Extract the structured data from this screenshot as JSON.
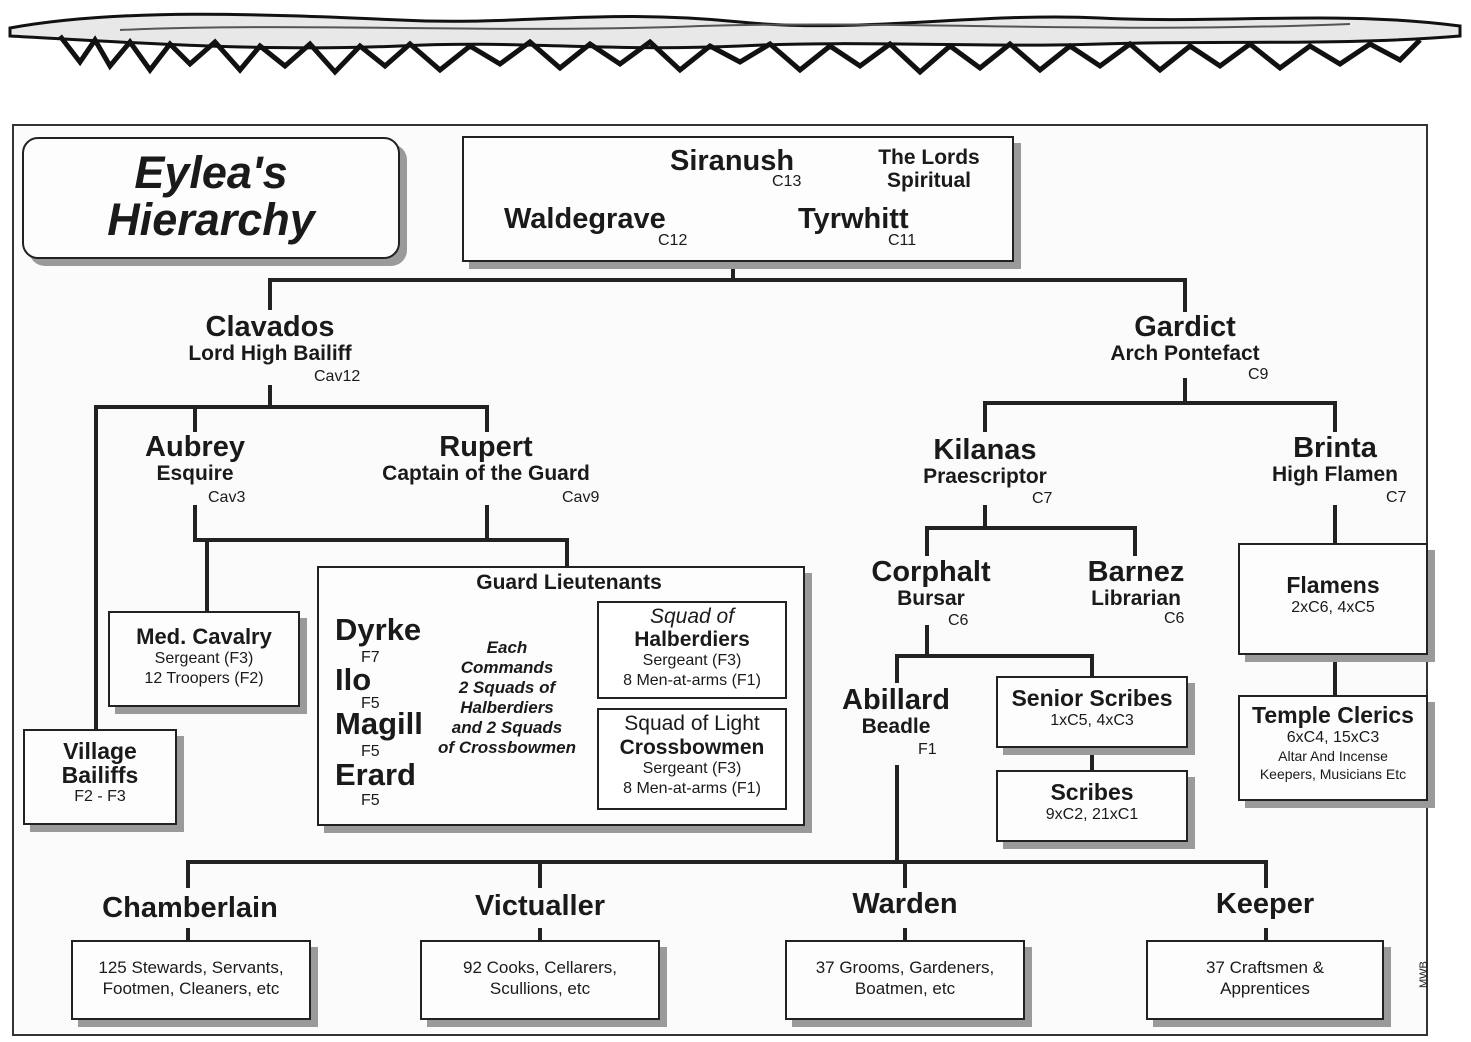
{
  "header": {
    "title_line1": "Eylea's",
    "title_line2": "Hierarchy"
  },
  "lords": {
    "caption_line1": "The Lords",
    "caption_line2": "Spiritual",
    "members": [
      {
        "name": "Siranush",
        "rank": "C13"
      },
      {
        "name": "Waldegrave",
        "rank": "C12"
      },
      {
        "name": "Tyrwhitt",
        "rank": "C11"
      }
    ]
  },
  "clavados": {
    "name": "Clavados",
    "title": "Lord High Bailiff",
    "rank": "Cav12"
  },
  "gardict": {
    "name": "Gardict",
    "title": "Arch Pontefact",
    "rank": "C9"
  },
  "aubrey": {
    "name": "Aubrey",
    "title": "Esquire",
    "rank": "Cav3"
  },
  "rupert": {
    "name": "Rupert",
    "title": "Captain of the Guard",
    "rank": "Cav9"
  },
  "kilanas": {
    "name": "Kilanas",
    "title": "Praescriptor",
    "rank": "C7"
  },
  "brinta": {
    "name": "Brinta",
    "title": "High Flamen",
    "rank": "C7"
  },
  "corphalt": {
    "name": "Corphalt",
    "title": "Bursar",
    "rank": "C6"
  },
  "barnez": {
    "name": "Barnez",
    "title": "Librarian",
    "rank": "C6"
  },
  "abillard": {
    "name": "Abillard",
    "title": "Beadle",
    "rank": "F1"
  },
  "med_cavalry": {
    "title": "Med. Cavalry",
    "line1": "Sergeant (F3)",
    "line2": "12 Troopers (F2)"
  },
  "village_bailiffs": {
    "line1": "Village",
    "line2": "Bailiffs",
    "line3": "F2 - F3"
  },
  "guard": {
    "heading": "Guard Lieutenants",
    "lieutenants": [
      {
        "name": "Dyrke",
        "rank": "F7"
      },
      {
        "name": "Ilo",
        "rank": "F5"
      },
      {
        "name": "Magill",
        "rank": "F5"
      },
      {
        "name": "Erard",
        "rank": "F5"
      }
    ],
    "note": [
      "Each",
      "Commands",
      "2 Squads of",
      "Halberdiers",
      "and 2 Squads",
      "of Crossbowmen"
    ],
    "halberdiers": {
      "title1": "Squad of",
      "title2": "Halberdiers",
      "line1": "Sergeant (F3)",
      "line2": "8 Men-at-arms (F1)"
    },
    "crossbowmen": {
      "title1": "Squad of Light",
      "title2": "Crossbowmen",
      "line1": "Sergeant (F3)",
      "line2": "8 Men-at-arms (F1)"
    }
  },
  "senior_scribes": {
    "title": "Senior Scribes",
    "line1": "1xC5, 4xC3"
  },
  "scribes": {
    "title": "Scribes",
    "line1": "9xC2, 21xC1"
  },
  "flamens": {
    "title": "Flamens",
    "line1": "2xC6, 4xC5"
  },
  "temple_clerics": {
    "title": "Temple Clerics",
    "line1": "6xC4, 15xC3",
    "line2": "Altar And Incense",
    "line3": "Keepers, Musicians Etc"
  },
  "bottom": [
    {
      "name": "Chamberlain",
      "line1": "125 Stewards, Servants,",
      "line2": "Footmen, Cleaners,  etc"
    },
    {
      "name": "Victualler",
      "line1": "92 Cooks, Cellarers,",
      "line2": "Scullions, etc"
    },
    {
      "name": "Warden",
      "line1": "37 Grooms, Gardeners,",
      "line2": "Boatmen,  etc"
    },
    {
      "name": "Keeper",
      "line1": "37 Craftsmen &",
      "line2": "Apprentices"
    }
  ],
  "signature": "MWB"
}
